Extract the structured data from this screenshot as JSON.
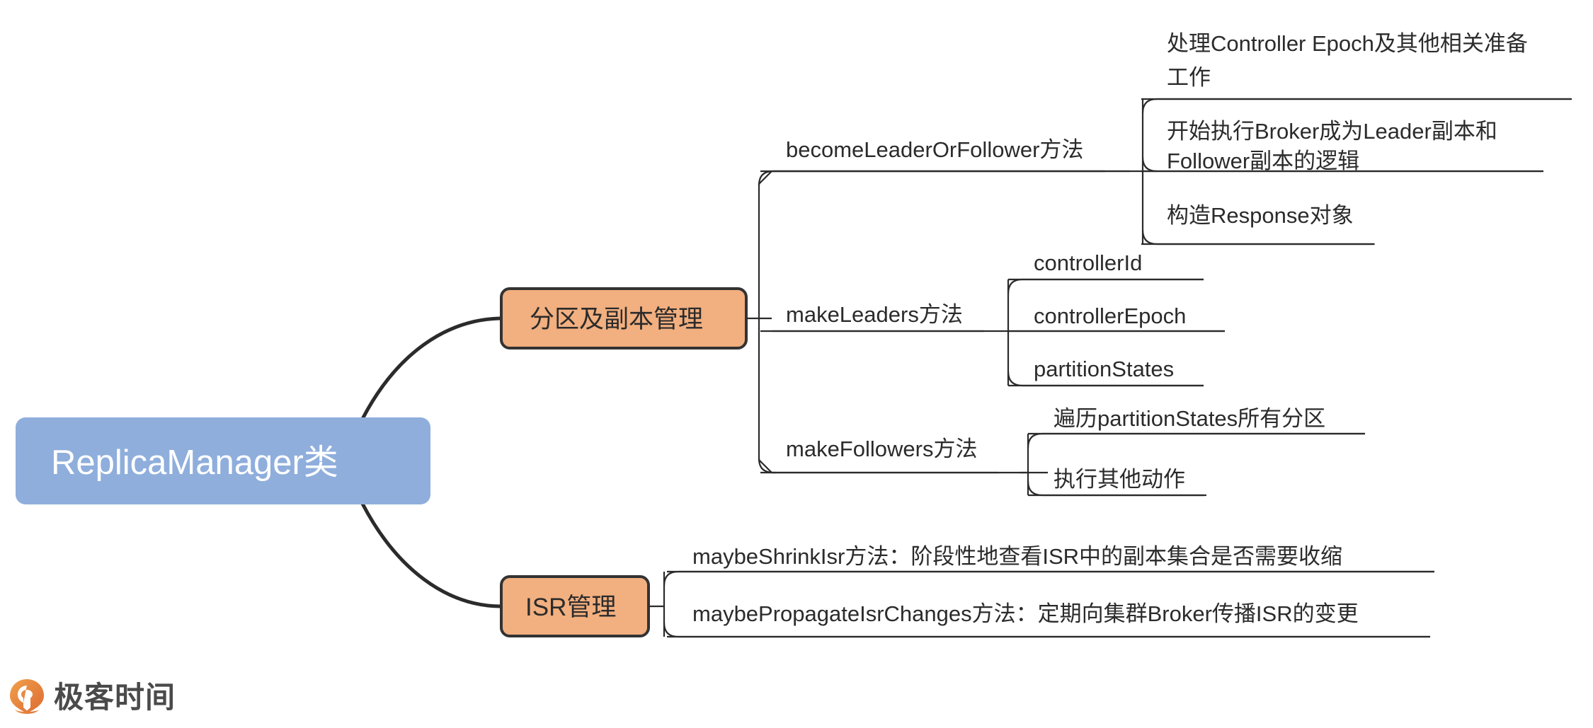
{
  "diagram": {
    "type": "mindmap",
    "title": "ReplicaManager类",
    "colors": {
      "root_fill": "#8FAEDC",
      "root_text": "#FFFFFF",
      "branch_fill": "#F2AF7F",
      "branch_stroke": "#333333",
      "line": "#2B2B2B",
      "text": "#2B2B2B",
      "logo_orange": "#E8743B"
    },
    "root": {
      "label": "ReplicaManager类"
    },
    "branches": [
      {
        "label": "分区及副本管理",
        "children": [
          {
            "label": "becomeLeaderOrFollower方法",
            "children": [
              {
                "label": "处理Controller Epoch及其他相关准备工作",
                "lines": [
                  "处理Controller Epoch及其他相关准备",
                  "工作"
                ]
              },
              {
                "label": "开始执行Broker成为Leader副本和Follower副本的逻辑",
                "lines": [
                  "开始执行Broker成为Leader副本和",
                  "Follower副本的逻辑"
                ]
              },
              {
                "label": "构造Response对象",
                "lines": [
                  "构造Response对象"
                ]
              }
            ]
          },
          {
            "label": "makeLeaders方法",
            "children": [
              {
                "label": "controllerId",
                "lines": [
                  "controllerId"
                ]
              },
              {
                "label": "controllerEpoch",
                "lines": [
                  "controllerEpoch"
                ]
              },
              {
                "label": "partitionStates",
                "lines": [
                  "partitionStates"
                ]
              }
            ]
          },
          {
            "label": "makeFollowers方法",
            "children": [
              {
                "label": "遍历partitionStates所有分区",
                "lines": [
                  "遍历partitionStates所有分区"
                ]
              },
              {
                "label": "执行其他动作",
                "lines": [
                  "执行其他动作"
                ]
              }
            ]
          }
        ]
      },
      {
        "label": "ISR管理",
        "children": [
          {
            "label": "maybeShrinkIsr方法：阶段性地查看ISR中的副本集合是否需要收缩",
            "lines": [
              "maybeShrinkIsr方法：阶段性地查看ISR中的副本集合是否需要收缩"
            ]
          },
          {
            "label": "maybePropagateIsrChanges方法：定期向集群Broker传播ISR的变更",
            "lines": [
              "maybePropagateIsrChanges方法：定期向集群Broker传播ISR的变更"
            ]
          }
        ]
      }
    ]
  },
  "footer": {
    "logo_icon": "geektime-pin-icon",
    "logo_text": "极客时间"
  }
}
